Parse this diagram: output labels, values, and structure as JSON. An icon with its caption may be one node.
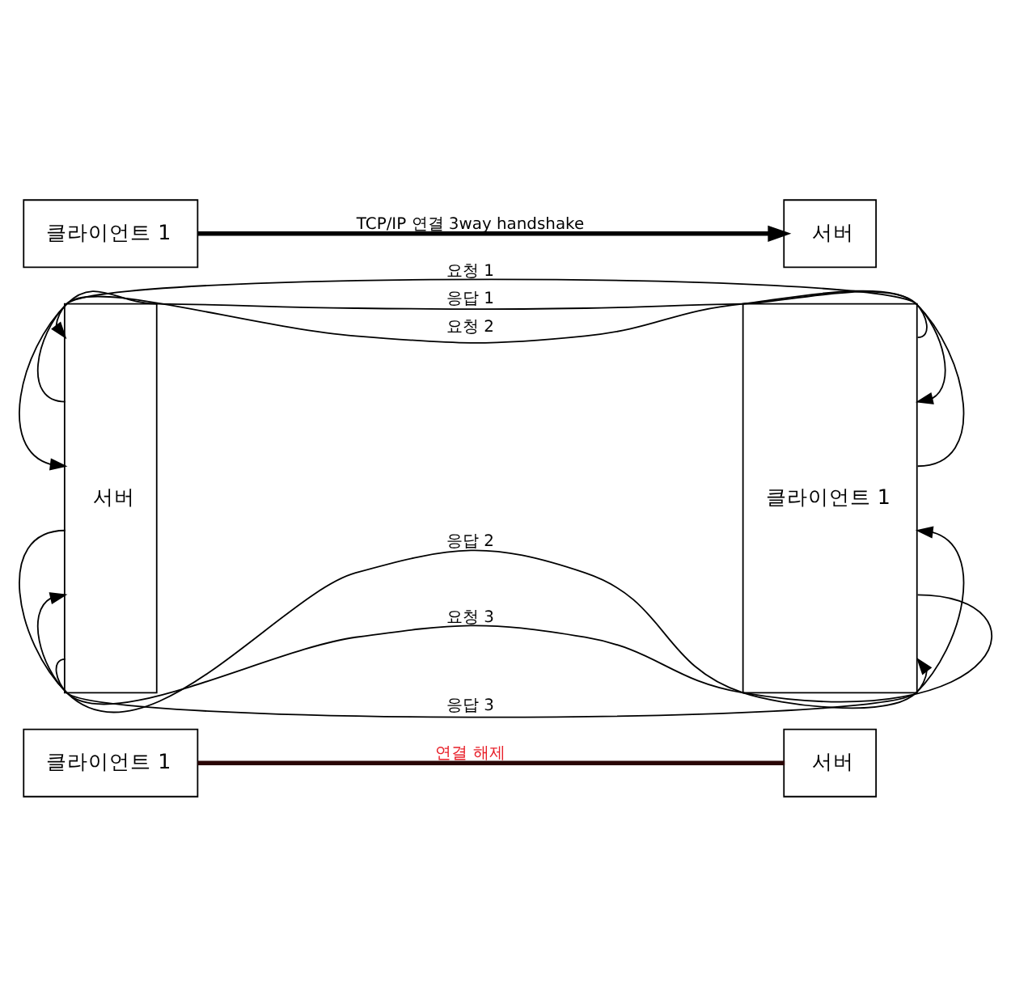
{
  "diagram": {
    "nodes": [
      {
        "text": [
          "클라이언트 1"
        ]
      },
      {
        "text": [
          "서버"
        ]
      },
      {
        "text": [
          "클라이언트 1"
        ]
      },
      {
        "text": [
          "서버"
        ]
      },
      {
        "text": [
          "클라이언트 1"
        ]
      },
      {
        "text": [
          "서버"
        ]
      }
    ],
    "edges": [
      {
        "from": 0,
        "to": 1,
        "arrow": "to",
        "label": "TCP/IP 연결 3way handshake",
        "style": "thick"
      },
      {
        "from": 2,
        "to": 3,
        "arrow": "to",
        "label": "요청 1"
      },
      {
        "from": 3,
        "to": 2,
        "arrow": "to",
        "label": "응답 1"
      },
      {
        "from": 2,
        "to": 3,
        "arrow": "to",
        "label": "요청 2"
      },
      {
        "from": 3,
        "to": 2,
        "arrow": "to",
        "label": "응답 2"
      },
      {
        "from": 2,
        "to": 3,
        "arrow": "to",
        "label": "요청 3"
      },
      {
        "from": 3,
        "to": 2,
        "arrow": "to",
        "label": "응답 3"
      },
      {
        "from": 4,
        "to": 5,
        "arrow": "none",
        "label": "연결 해제",
        "style": "thick",
        "color": "#2a0505"
      }
    ]
  }
}
